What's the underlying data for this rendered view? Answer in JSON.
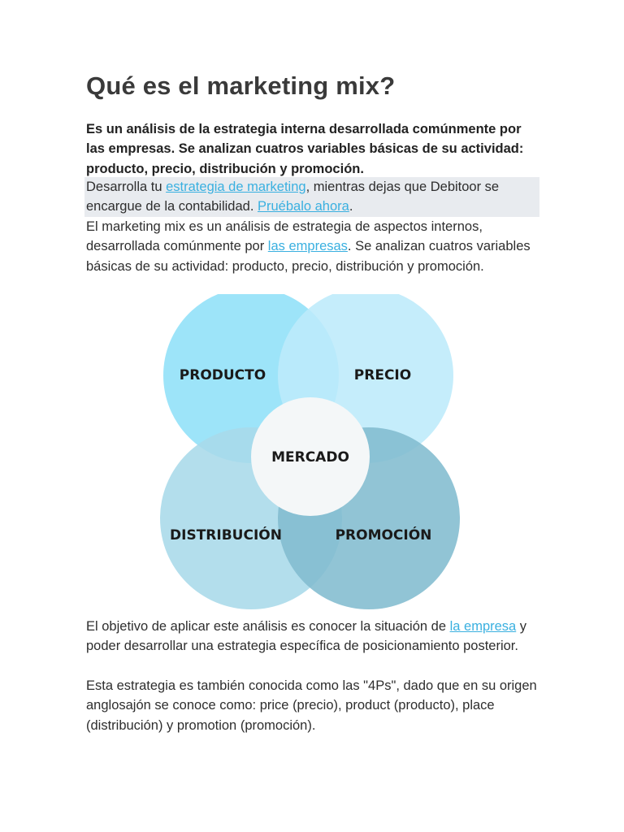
{
  "title": "Qué es el marketing mix?",
  "intro": "Es un análisis de la estrategia interna desarrollada comúnmente por las empresas. Se analizan cuatros variables básicas de su actividad: producto, precio, distribución y promoción.",
  "promo": {
    "before": "Desarrolla tu ",
    "link1": "estrategia de marketing",
    "middle": ", mientras dejas que Debitoor se encargue de la contabilidad. ",
    "link2": "Pruébalo ahora",
    "after": "."
  },
  "body1": {
    "before": "El marketing mix es un análisis de estrategia de aspectos internos, desarrollada comúnmente por ",
    "link": "las empresas",
    "after": ". Se analizan cuatros variables básicas de su actividad: producto, precio, distribución y promoción."
  },
  "diagram": {
    "center": "MERCADO",
    "circles": [
      {
        "label": "PRODUCTO",
        "color": "#8fe0f8"
      },
      {
        "label": "PRECIO",
        "color": "#bdebfa"
      },
      {
        "label": "DISTRIBUCIÓN",
        "color": "#a9d9e9"
      },
      {
        "label": "PROMOCIÓN",
        "color": "#82bccf"
      }
    ],
    "center_color": "#f4f7f8"
  },
  "body2": {
    "before": "El objetivo de aplicar este análisis es conocer la situación de ",
    "link": "la empresa",
    "after": " y poder desarrollar una estrategia específica de posicionamiento posterior."
  },
  "body3": "Esta estrategia es también conocida como las \"4Ps\", dado que en su origen anglosajón se conoce como: price (precio), product (producto), place (distribución) y promotion (promoción).",
  "colors": {
    "link": "#3ab0e0",
    "promo_background": "#e8ebef"
  }
}
